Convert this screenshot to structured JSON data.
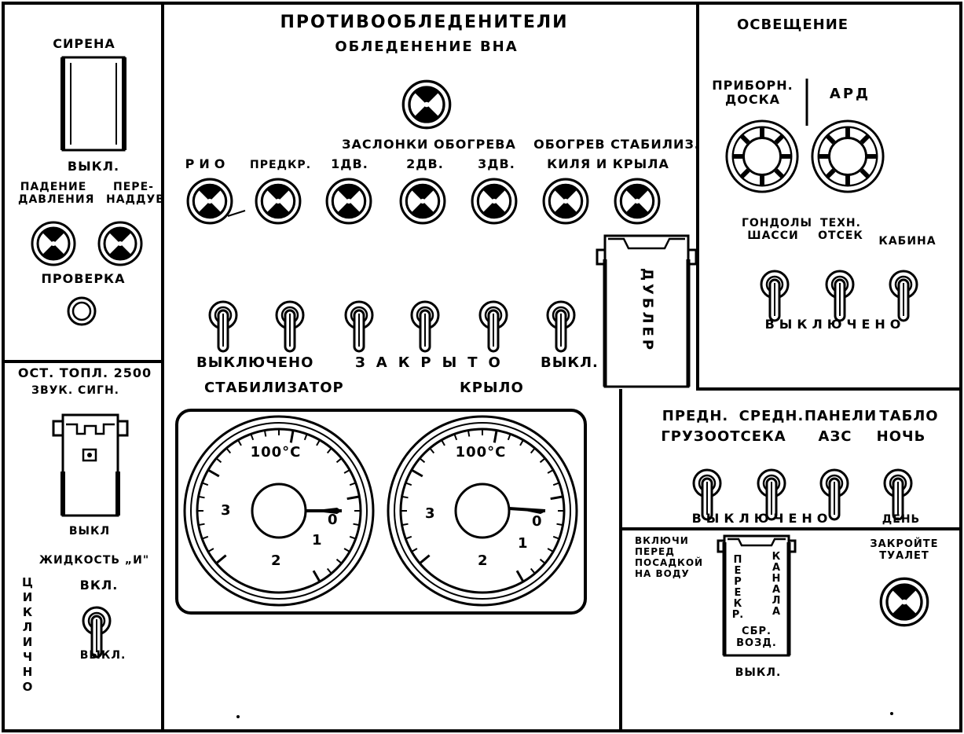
{
  "siren_panel": {
    "title": "СИРЕНА",
    "off_label": "ВЫКЛ.",
    "lamp_fall_label": "ПАДЕНИЕ ДАВЛЕНИЯ",
    "lamp_over_label": "ПЕРЕ- НАДДУВ",
    "test_label": "ПРОВЕРКА"
  },
  "fuel_panel": {
    "line1": "ОСТ. ТОПЛ. 2500",
    "line2": "ЗВУК. СИГН.",
    "off_label": "ВЫКЛ",
    "cyclic_label": "ЦИКЛИЧНО",
    "fluid_label": "ЖИДКОСТЬ „И\"",
    "on_label": "ВКЛ.",
    "off2_label": "ВЫКЛ."
  },
  "anti_ice": {
    "title": "ПРОТИВООБЛЕДЕНИТЕЛИ",
    "subtitle": "ОБЛЕДЕНЕНИЕ ВНА",
    "flaps_label": "ЗАСЛОНКИ ОБОГРЕВА",
    "heat_stab_label": "ОБОГРЕВ СТАБИЛИЗ.",
    "keel_wing_label": "КИЛЯ И КРЫЛА",
    "lamps": [
      "РИО",
      "ПРЕДКР.",
      "1ДВ.",
      "2ДВ.",
      "3ДВ."
    ],
    "backup_label": "ДУБЛЕР",
    "off_label": "ВЫКЛЮЧЕНО",
    "closed_label": "ЗАКРЫТО",
    "off_short": "ВЫКЛ.",
    "stab_label": "СТАБИЛИЗАТОР",
    "wing_label": "КРЫЛО"
  },
  "gauges": {
    "label": "100°С",
    "scale": [
      "3",
      "0",
      "1",
      "2"
    ]
  },
  "lighting": {
    "title": "ОСВЕЩЕНИЕ",
    "panel_label": "ПРИБОРН. ДОСКА",
    "ard_label": "АРД",
    "gear_label": "ГОНДОЛЫ ШАССИ",
    "tech_label": "ТЕХН. ОТСЕК",
    "cabin_label": "КАБИНА",
    "off_label": "ВЫКЛЮЧЕНО"
  },
  "cargo": {
    "front_label": "ПРЕДН.",
    "mid_label": "СРЕДН.",
    "compartment_label": "ГРУЗООТСЕКА",
    "panels_label": "ПАНЕЛИ",
    "azs_label": "АЗС",
    "table_label": "ТАБЛО",
    "night_label": "НОЧЬ",
    "off_label": "ВЫКЛЮЧЕНО",
    "day_label": "ДЕНЬ"
  },
  "water": {
    "note": "ВКЛЮЧИ ПЕРЕД ПОСАДКОЙ НА ВОДУ",
    "switch_left": "ПЕРЕКР.",
    "switch_right": "КАНАЛА",
    "switch_bottom": "СБР. ВОЗД.",
    "off_label": "ВЫКЛ.",
    "toilet_label": "ЗАКРОЙТЕ ТУАЛЕТ"
  }
}
